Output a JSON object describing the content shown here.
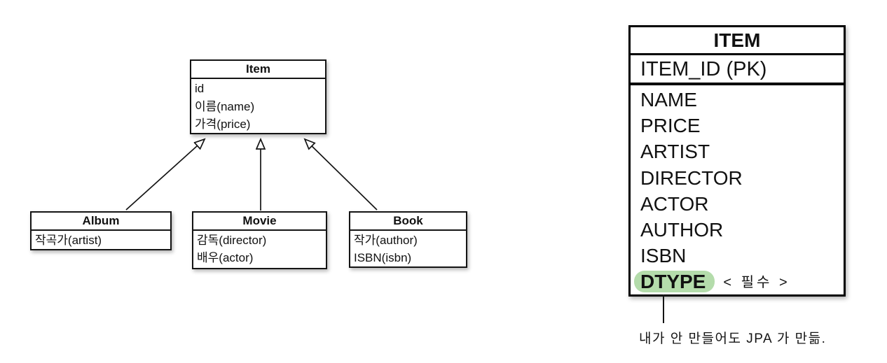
{
  "uml": {
    "item": {
      "name": "Item",
      "fields": [
        "id",
        "이름(name)",
        "가격(price)"
      ]
    },
    "album": {
      "name": "Album",
      "fields": [
        "작곡가(artist)"
      ]
    },
    "movie": {
      "name": "Movie",
      "fields": [
        "감독(director)",
        "배우(actor)"
      ]
    },
    "book": {
      "name": "Book",
      "fields": [
        "작가(author)",
        "ISBN(isbn)"
      ]
    }
  },
  "table": {
    "title": "ITEM",
    "pk": "ITEM_ID (PK)",
    "rows": [
      "NAME",
      "PRICE",
      "ARTIST",
      "DIRECTOR",
      "ACTOR",
      "AUTHOR",
      "ISBN",
      "DTYPE"
    ],
    "highlighted_row": "DTYPE",
    "highlight_color": "#b4dcab",
    "required_note": "< 필수 >",
    "bottom_note": "내가 안 만들어도  JPA 가 만듦."
  },
  "colors": {
    "line": "#141414",
    "highlight_green": "#b4dcab"
  }
}
